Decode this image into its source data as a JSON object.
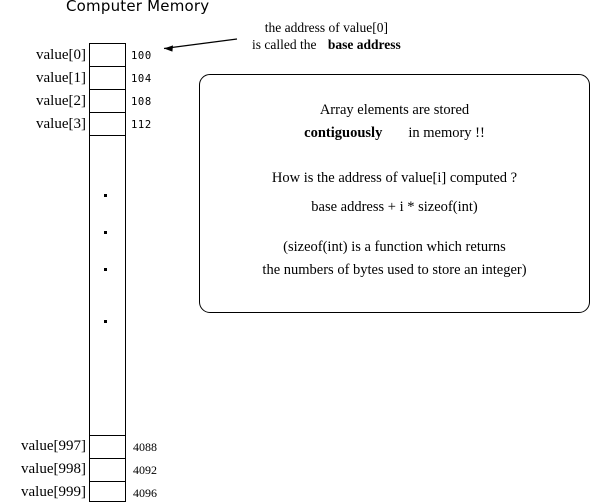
{
  "diagram": {
    "title": "Computer Memory",
    "callout": {
      "line1": "the address of value[0]",
      "line2_prefix": "is called the",
      "line2_bold": "base address",
      "arrow_icon": "left-arrow-icon"
    },
    "memory": {
      "top_cells": [
        {
          "label": "value[0]",
          "address": "100"
        },
        {
          "label": "value[1]",
          "address": "104"
        },
        {
          "label": "value[2]",
          "address": "108"
        },
        {
          "label": "value[3]",
          "address": "112"
        }
      ],
      "ellipsis_dots": 4,
      "bottom_cells": [
        {
          "label": "value[997]",
          "address": "4088"
        },
        {
          "label": "value[998]",
          "address": "4092"
        },
        {
          "label": "value[999]",
          "address": "4096"
        }
      ]
    },
    "info_box": {
      "line1": "Array elements are stored",
      "line2_bold": "contiguously",
      "line2_rest": "in memory !!",
      "line3": "How is the address of value[i] computed ?",
      "line4": "base address + i * sizeof(int)",
      "line5": "(sizeof(int) is a function which returns",
      "line6": "the numbers of bytes used to store an integer)"
    }
  },
  "colors": {
    "stroke": "#000000",
    "background": "#ffffff"
  }
}
